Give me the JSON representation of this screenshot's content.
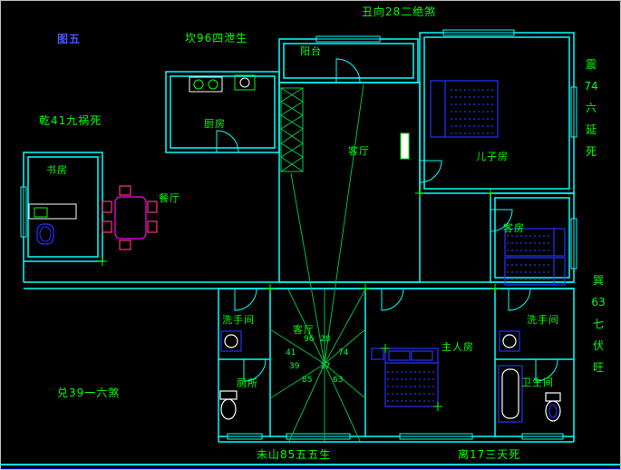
{
  "figure_label": "图五",
  "annotations": {
    "top": "丑向28二绝煞",
    "kan": "坎96四泄生",
    "qian": "乾41九祸死",
    "dui": "兑39一六煞",
    "zhen_vertical": "震\n74\n六\n延\n死",
    "xun_vertical": "巽\n63\n七\n伏\n旺",
    "wei_bottom": "未山85五五生",
    "li_bottom": "离17三天死"
  },
  "rooms": {
    "balcony": "阳台",
    "kitchen": "厨房",
    "living": "客厅",
    "son_room": "儿子房",
    "study": "书房",
    "dining": "餐厅",
    "guest_room": "客房",
    "washroom_left": "洗手间",
    "living_lower": "客厅",
    "washroom_right": "洗手间",
    "master_room": "主人房",
    "toilet": "厕所",
    "bathroom": "卫生间"
  },
  "compass": {
    "n96": "96",
    "n28": "28",
    "n41": "41",
    "n74": "74",
    "n39": "39",
    "n17": "17",
    "n85": "85",
    "n63": "63"
  },
  "colors": {
    "background": "#000000",
    "wall_cyan": "#00ffff",
    "text_green": "#00ff00",
    "figure_blue": "#4455ff",
    "furniture_blue": "#2233ff",
    "dining_magenta": "#ff00ff",
    "compass_green": "#00bb44"
  }
}
